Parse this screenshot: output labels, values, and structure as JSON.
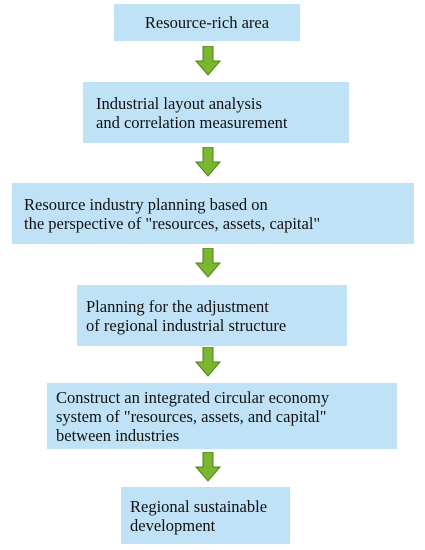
{
  "colors": {
    "box_fill": "#bfe2f6",
    "arrow_fill": "#7ab72e",
    "arrow_stroke": "#4f7f1a",
    "text": "#111111"
  },
  "flowchart": {
    "steps": [
      {
        "text": "Resource-rich area"
      },
      {
        "text": "Industrial layout analysis\nand correlation measurement"
      },
      {
        "text": "Resource industry planning based on\nthe perspective of \"resources, assets, capital\""
      },
      {
        "text": "Planning for the adjustment\nof regional industrial structure"
      },
      {
        "text": "Construct an integrated circular economy\nsystem of \"resources, assets, and capital\"\nbetween industries"
      },
      {
        "text": "Regional sustainable\ndevelopment"
      }
    ]
  }
}
